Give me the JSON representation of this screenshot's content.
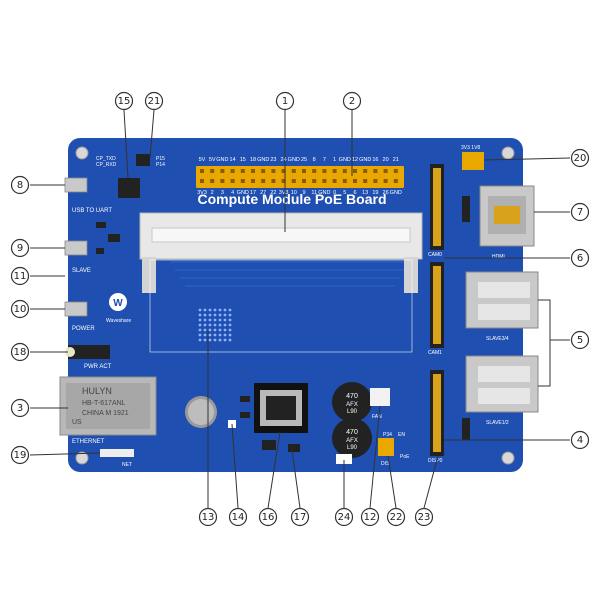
{
  "board": {
    "title": "Compute Module PoE Board",
    "brand": "Waveshare",
    "colors": {
      "pcb": "#1f4fb0",
      "pcb_dark": "#173e8e",
      "header": "#e9a800",
      "metal": "#c9c9c9",
      "socket": "#e8e8e8",
      "black": "#222222",
      "gold": "#d8a21a"
    }
  },
  "silkscreen": {
    "usb_to_uart": "USB TO UART",
    "slave": "SLAVE",
    "power": "POWER",
    "pwr_act": "PWR ACT",
    "ethernet": "ETHERNET",
    "net": "NET",
    "hdmi": "HDMI",
    "cam0": "CAM0",
    "cam1": "CAM1",
    "disp0": "DISP0",
    "slave34": "SLAVE3/4",
    "slave12": "SLAVE1/2",
    "fan": "FAN",
    "p34": "P34",
    "en": "EN",
    "dis": "DIS",
    "poe": "PoE",
    "v33_1v8": "3V3  1V8",
    "cp_txd": "CP_TXD",
    "cp_rxd": "CP_RXD",
    "p15": "P15",
    "p14": "P14",
    "cap_470": "470",
    "cap_code": "AFX",
    "cap_l": "L90",
    "rj45_line1": "HULYN",
    "rj45_line2": "HB-T-617ANL",
    "rj45_line3": "CHINA  M 1921",
    "rj45_line4": "US"
  },
  "header_pins": {
    "top": [
      "5V",
      "5V",
      "GND",
      "14",
      "15",
      "18",
      "GND",
      "23",
      "24",
      "GND",
      "25",
      "8",
      "7",
      "1",
      "GND",
      "12",
      "GND",
      "16",
      "20",
      "21"
    ],
    "bottom": [
      "3V3",
      "2",
      "3",
      "4",
      "GND",
      "17",
      "27",
      "22",
      "3V3",
      "10",
      "9",
      "11",
      "GND",
      "0",
      "5",
      "6",
      "13",
      "19",
      "26",
      "GND"
    ]
  },
  "callouts": [
    "1",
    "2",
    "3",
    "4",
    "5",
    "6",
    "7",
    "8",
    "9",
    "10",
    "11",
    "12",
    "13",
    "14",
    "15",
    "16",
    "17",
    "18",
    "19",
    "20",
    "21",
    "22",
    "23",
    "24"
  ]
}
